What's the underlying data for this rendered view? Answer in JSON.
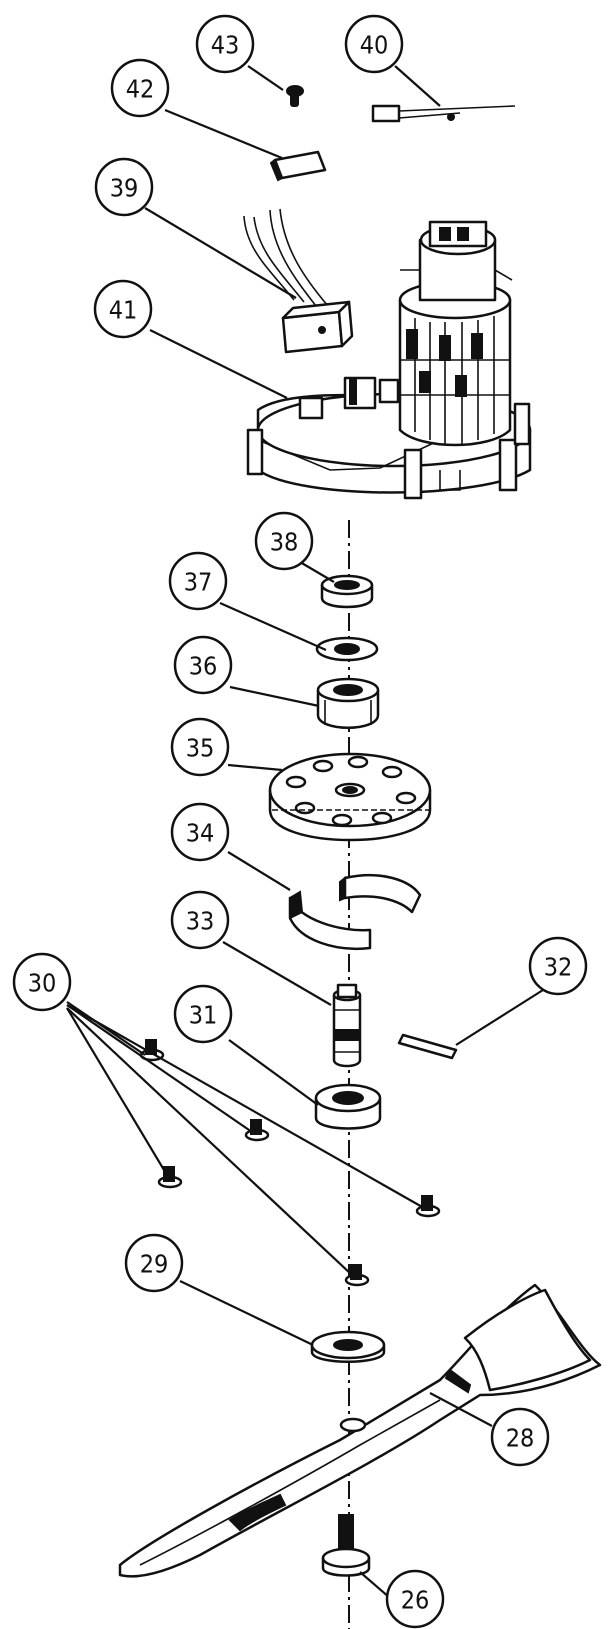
{
  "diagram": {
    "callouts": [
      {
        "id": "43",
        "label": "43"
      },
      {
        "id": "40",
        "label": "40"
      },
      {
        "id": "42",
        "label": "42"
      },
      {
        "id": "39",
        "label": "39"
      },
      {
        "id": "41",
        "label": "41"
      },
      {
        "id": "38",
        "label": "38"
      },
      {
        "id": "37",
        "label": "37"
      },
      {
        "id": "36",
        "label": "36"
      },
      {
        "id": "35",
        "label": "35"
      },
      {
        "id": "34",
        "label": "34"
      },
      {
        "id": "33",
        "label": "33"
      },
      {
        "id": "32",
        "label": "32"
      },
      {
        "id": "30",
        "label": "30"
      },
      {
        "id": "31",
        "label": "31"
      },
      {
        "id": "29",
        "label": "29"
      },
      {
        "id": "28",
        "label": "28"
      },
      {
        "id": "26",
        "label": "26"
      }
    ]
  }
}
